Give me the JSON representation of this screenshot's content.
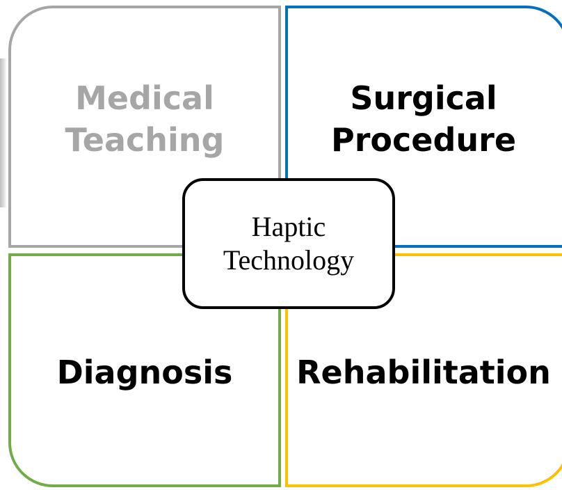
{
  "diagram": {
    "center": {
      "label": "Haptic\nTechnology"
    },
    "quadrants": [
      {
        "label": "Medical\nTeaching",
        "border_color": "#a6a6a6",
        "text_color": "#a6a6a6"
      },
      {
        "label": "Surgical\nProcedure",
        "border_color": "#0070c0",
        "text_color": "#000000"
      },
      {
        "label": "Diagnosis",
        "border_color": "#70ad47",
        "text_color": "#000000"
      },
      {
        "label": "Rehabilitation",
        "border_color": "#ffc000",
        "text_color": "#000000"
      }
    ]
  }
}
